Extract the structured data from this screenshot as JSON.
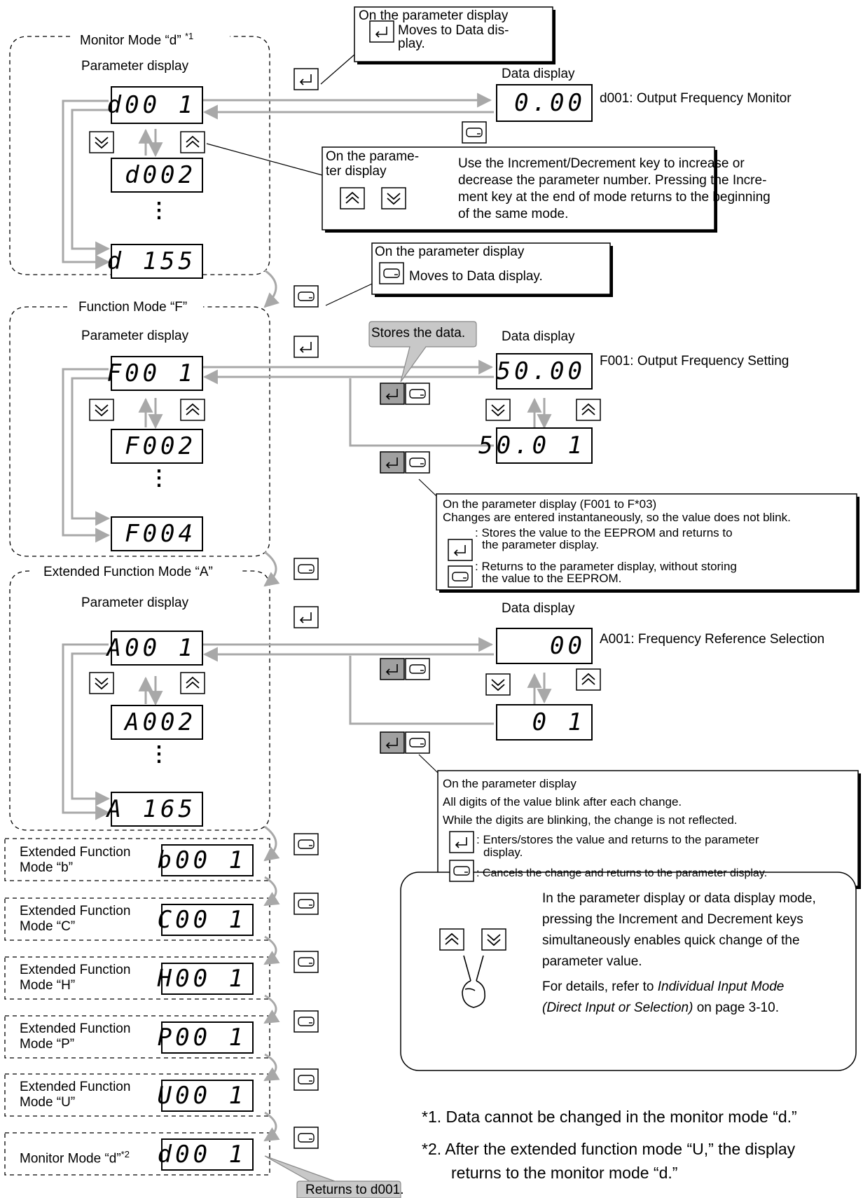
{
  "modes": {
    "monitor_d": "Monitor Mode “d”",
    "monitor_d_sup": "*1",
    "function_f": "Function Mode “F”",
    "extended_a": "Extended Function Mode “A”",
    "ext_b_l1": "Extended Function",
    "ext_b_l2": "Mode “b”",
    "ext_c_l1": "Extended Function",
    "ext_c_l2": "Mode “C”",
    "ext_h_l1": "Extended Function",
    "ext_h_l2": "Mode “H”",
    "ext_p_l1": "Extended Function",
    "ext_p_l2": "Mode “P”",
    "ext_u_l1": "Extended Function",
    "ext_u_l2": "Mode “U”",
    "monitor_d2": "Monitor Mode “d”",
    "monitor_d2_sup": "*2"
  },
  "labels": {
    "parameter_display": "Parameter display",
    "data_display": "Data display",
    "d001_desc": "d001: Output Frequency Monitor",
    "f001_desc": "F001: Output Frequency Setting",
    "a001_desc": "A001: Frequency Reference Selection",
    "stores_data": "Stores the data.",
    "returns_d001": "Returns to d001."
  },
  "displays": {
    "d001": "d00 1",
    "d002": "d002",
    "d155": "d 155",
    "d001_data": "0.00",
    "f001": "F00 1",
    "f002": "F002",
    "f004": "F004",
    "f001_data": "50.00",
    "f001_data2": "50.0 1",
    "a001": "A00 1",
    "a002": "A002",
    "a165": "A 165",
    "a001_data": "00",
    "a001_data2": "0 1",
    "b001": "b00 1",
    "c001": "C00 1",
    "h001": "H00 1",
    "p001": "P00 1",
    "u001": "U00 1",
    "d001_last": "d00 1",
    "dots": "⋮"
  },
  "callouts": {
    "c1_l1": "On the parameter display",
    "c1_l2": "Moves to Data dis-",
    "c1_l3": "play.",
    "c2_l1": "On the parame-",
    "c2_l2": "ter display",
    "c2_t1": "Use the Increment/Decrement key to increase or",
    "c2_t2": "decrease the parameter number. Pressing the Incre-",
    "c2_t3": "ment key at the end of mode returns to the beginning",
    "c2_t4": "of the same mode.",
    "c3_l1": "On the parameter display",
    "c3_l2": "Moves to Data display.",
    "c4_l1": "On the parameter display (F001 to F*03)",
    "c4_l2": "Changes are entered instantaneously, so the value does not blink.",
    "c4_l3": ": Stores the value to the EEPROM and returns to",
    "c4_l4": "the parameter display.",
    "c4_l5": ": Returns to the parameter display, without storing",
    "c4_l6": "the value to the EEPROM.",
    "c5_l1": "On the parameter display",
    "c5_l2": "All digits of the value blink after each change.",
    "c5_l3": "While the digits are blinking, the change is not reflected.",
    "c5_l4": ": Enters/stores the value and returns to the parameter",
    "c5_l5": "display.",
    "c5_l6": ": Cancels the change and returns to the parameter display."
  },
  "note": {
    "l1": "In the parameter display or data display mode,",
    "l2": "pressing the Increment and Decrement keys",
    "l3": "simultaneously enables quick change of the",
    "l4": "parameter value.",
    "l5": "For details, refer to ",
    "l5_italic": "Individual Input Mode",
    "l6_italic": "(Direct Input or Selection)",
    "l6": " on page 3-10."
  },
  "footnotes": {
    "f1": "*1.  Data cannot be changed in the monitor mode “d.”",
    "f2_l1": "*2.  After the extended function mode “U,” the display",
    "f2_l2": "returns to the monitor mode “d.”"
  },
  "icons": {
    "enter": "enter-key-icon",
    "mode": "mode-key-icon",
    "up": "increment-key-icon",
    "down": "decrement-key-icon",
    "hand": "hand-v-sign-icon"
  },
  "colors": {
    "arrow": "#a8a8a8",
    "key_pressed": "#a0a0a0",
    "callout_fill": "#c8c8c8"
  }
}
